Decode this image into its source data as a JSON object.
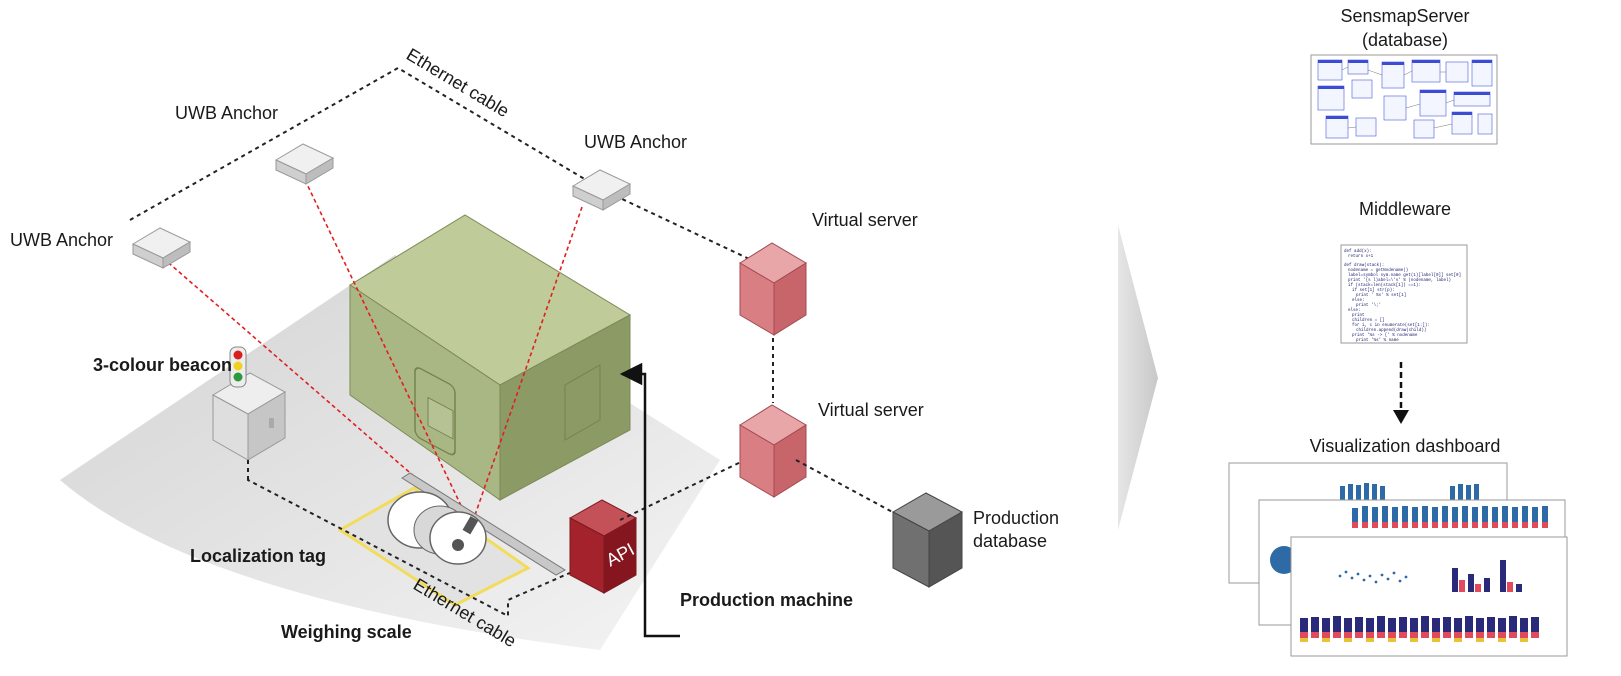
{
  "labels": {
    "ethernet_top": "Ethernet cable",
    "ethernet_bottom": "Ethernet cable",
    "uwb_anchor_1": "UWB Anchor",
    "uwb_anchor_2": "UWB Anchor",
    "uwb_anchor_3": "UWB Anchor",
    "virtual_server_1": "Virtual server",
    "virtual_server_2": "Virtual server",
    "beacon": "3-colour beacon",
    "localization_tag": "Localization tag",
    "weighing_scale": "Weighing scale",
    "production_machine": "Production machine",
    "production_database_1": "Production",
    "production_database_2": "database",
    "api": "API"
  },
  "pipeline": {
    "server_title_1": "SensmapServer",
    "server_title_2": "(database)",
    "middleware_title": "Middleware",
    "dashboard_title": "Visualization dashboard"
  },
  "colors": {
    "machine_front": "#a9b784",
    "machine_side": "#8c9a66",
    "machine_top": "#bfcb99",
    "server_red": "#d46f74",
    "api_red": "#9e2029",
    "db_grey": "#6b6b6b",
    "ranging_line": "#e02020",
    "scale_border": "#f2dc5a"
  }
}
